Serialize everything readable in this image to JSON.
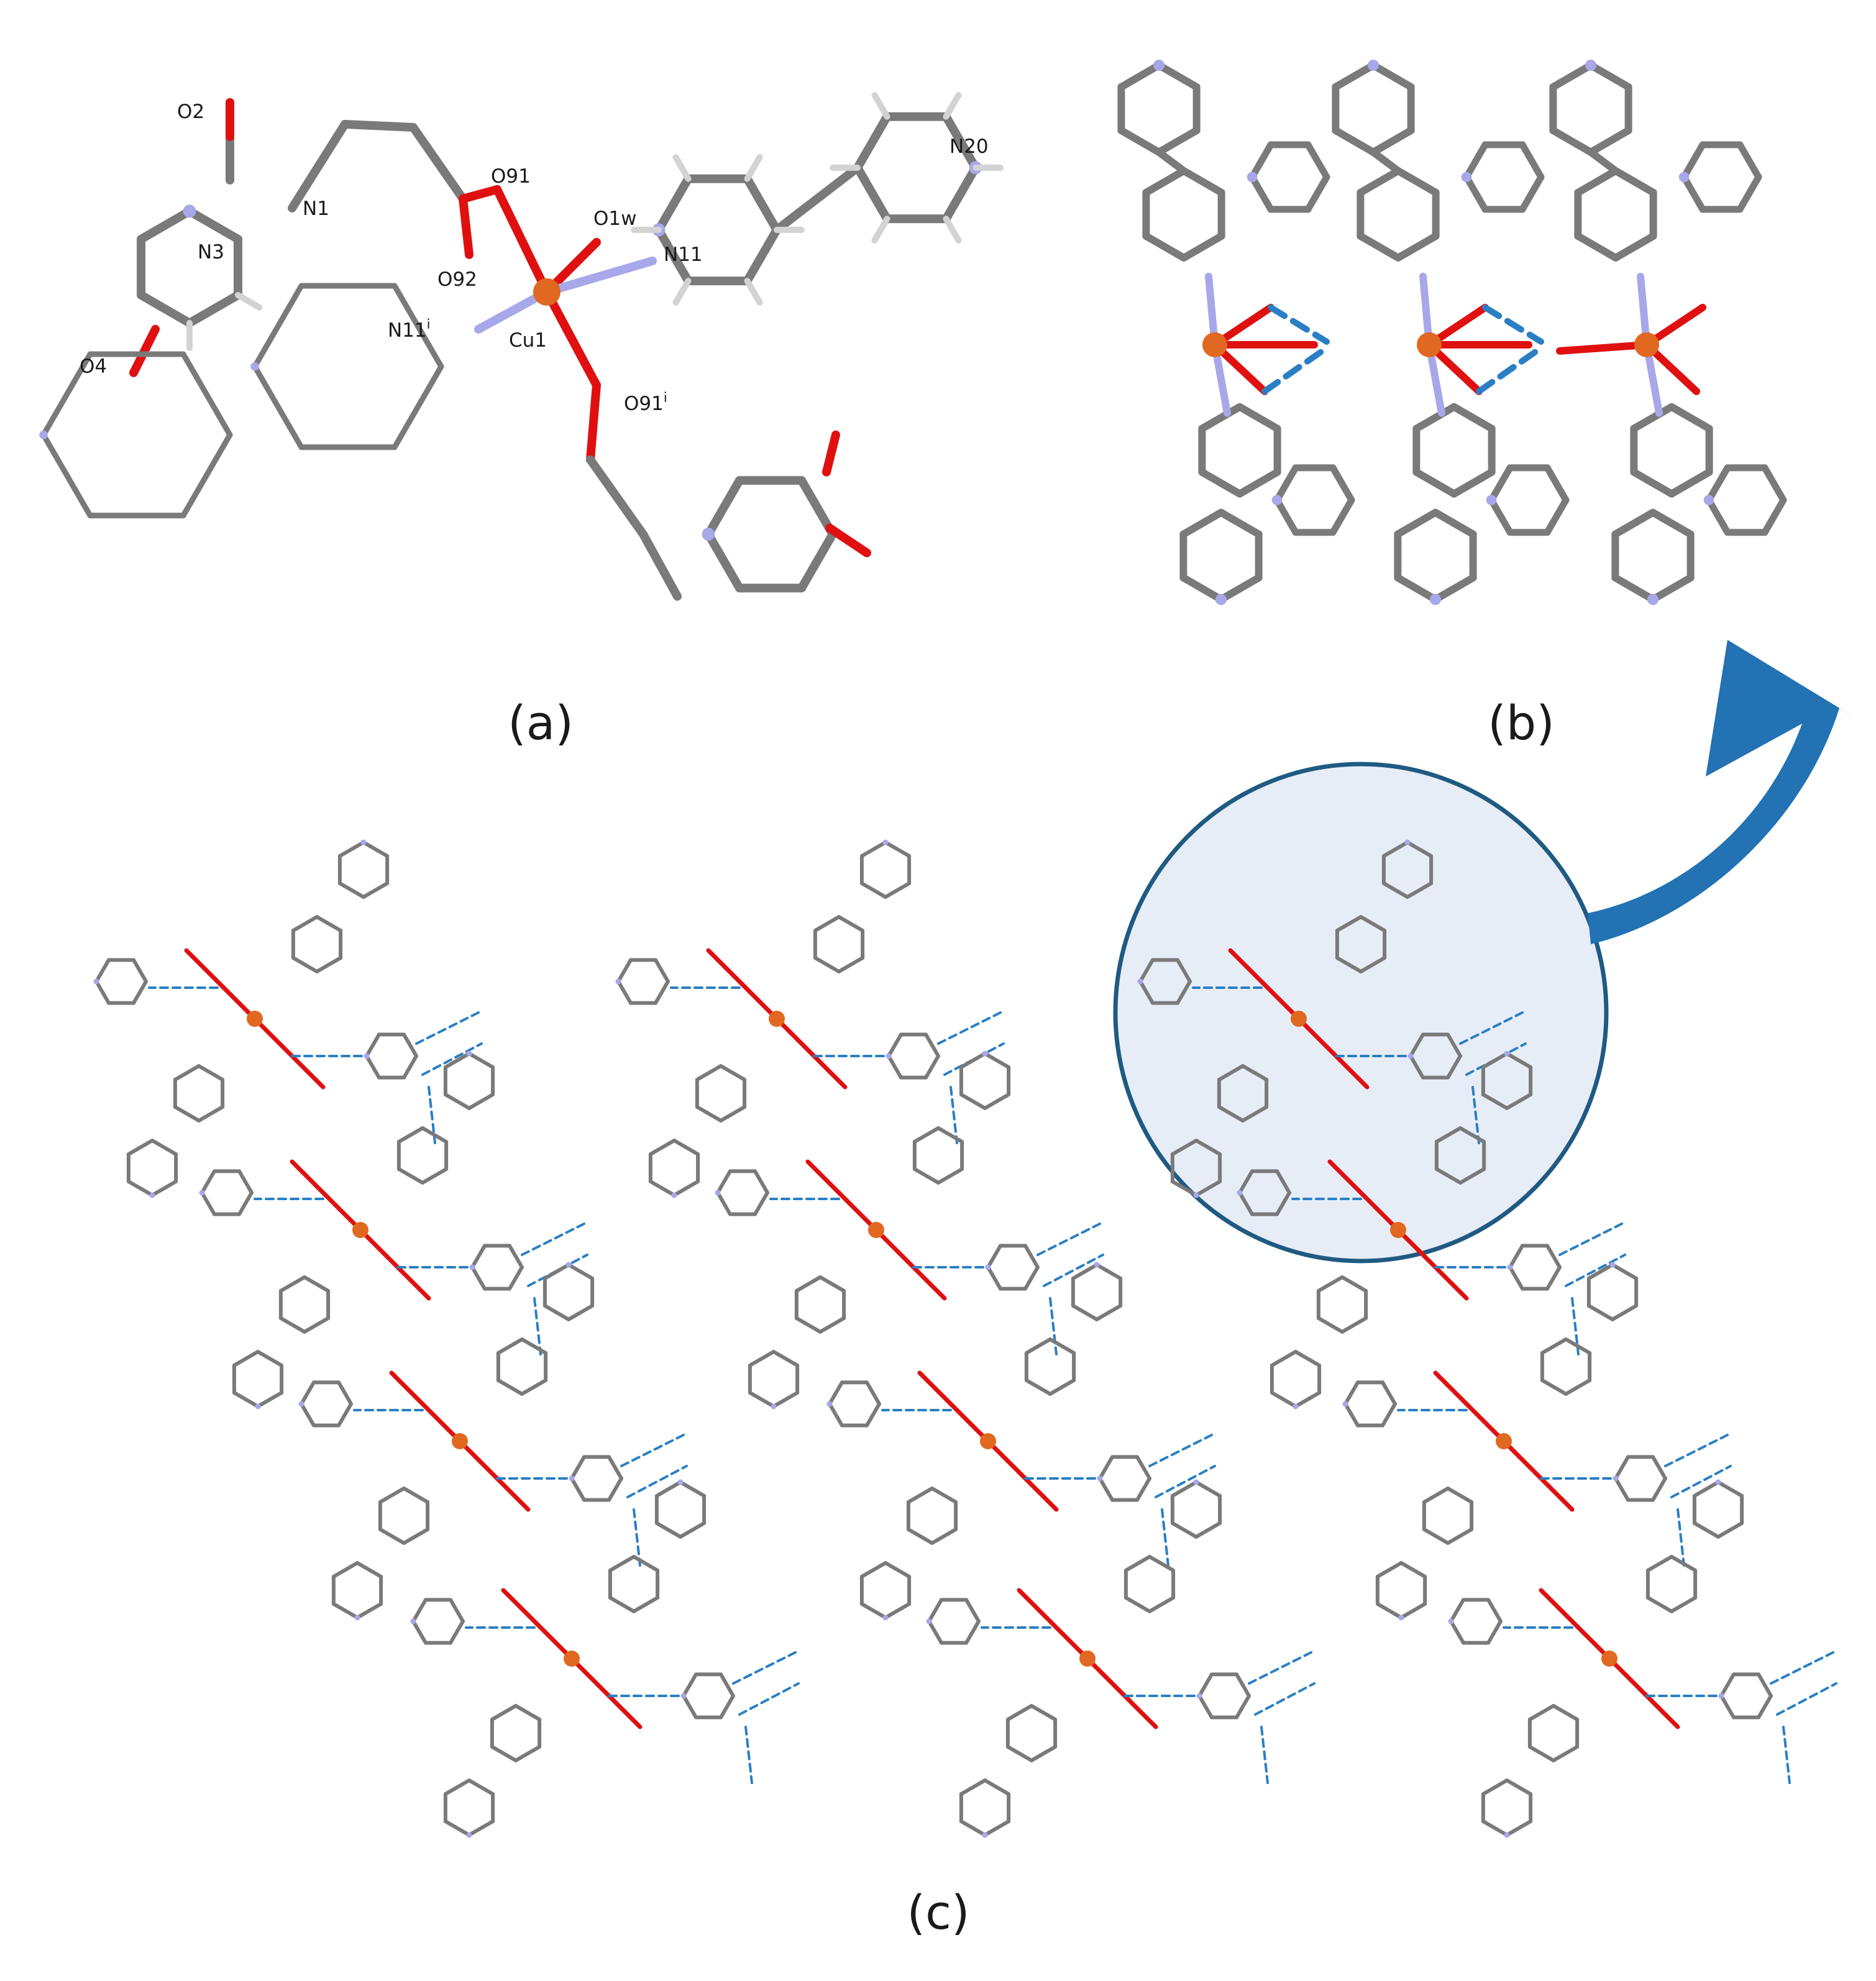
{
  "panels": {
    "a": {
      "caption": "(a)",
      "atom_labels": {
        "O2": "O2",
        "N1": "N1",
        "N3": "N3",
        "O4": "O4",
        "O91": "O91",
        "O92": "O92",
        "Cu1": "Cu1",
        "O1w": "O1w",
        "N11": "N11",
        "N20": "N20",
        "N11i_base": "N11",
        "N11i_sup": "i",
        "O91i_base": "O91",
        "O91i_sup": "i"
      }
    },
    "b": {
      "caption": "(b)"
    },
    "c": {
      "caption": "(c)"
    }
  },
  "colors": {
    "carbon": "#7a7a7a",
    "carbon_dark": "#5e5e5e",
    "hydrogen": "#d3d3d3",
    "nitrogen": "#a7a7ea",
    "oxygen": "#e01010",
    "copper": "#e06820",
    "hbond": "#2a7fc4",
    "highlight_fill": "#e3eaf6",
    "highlight_stroke": "#1f5a82",
    "arrow": "#2272b4"
  },
  "icons": {
    "arrow": "curved-arrow-icon"
  }
}
